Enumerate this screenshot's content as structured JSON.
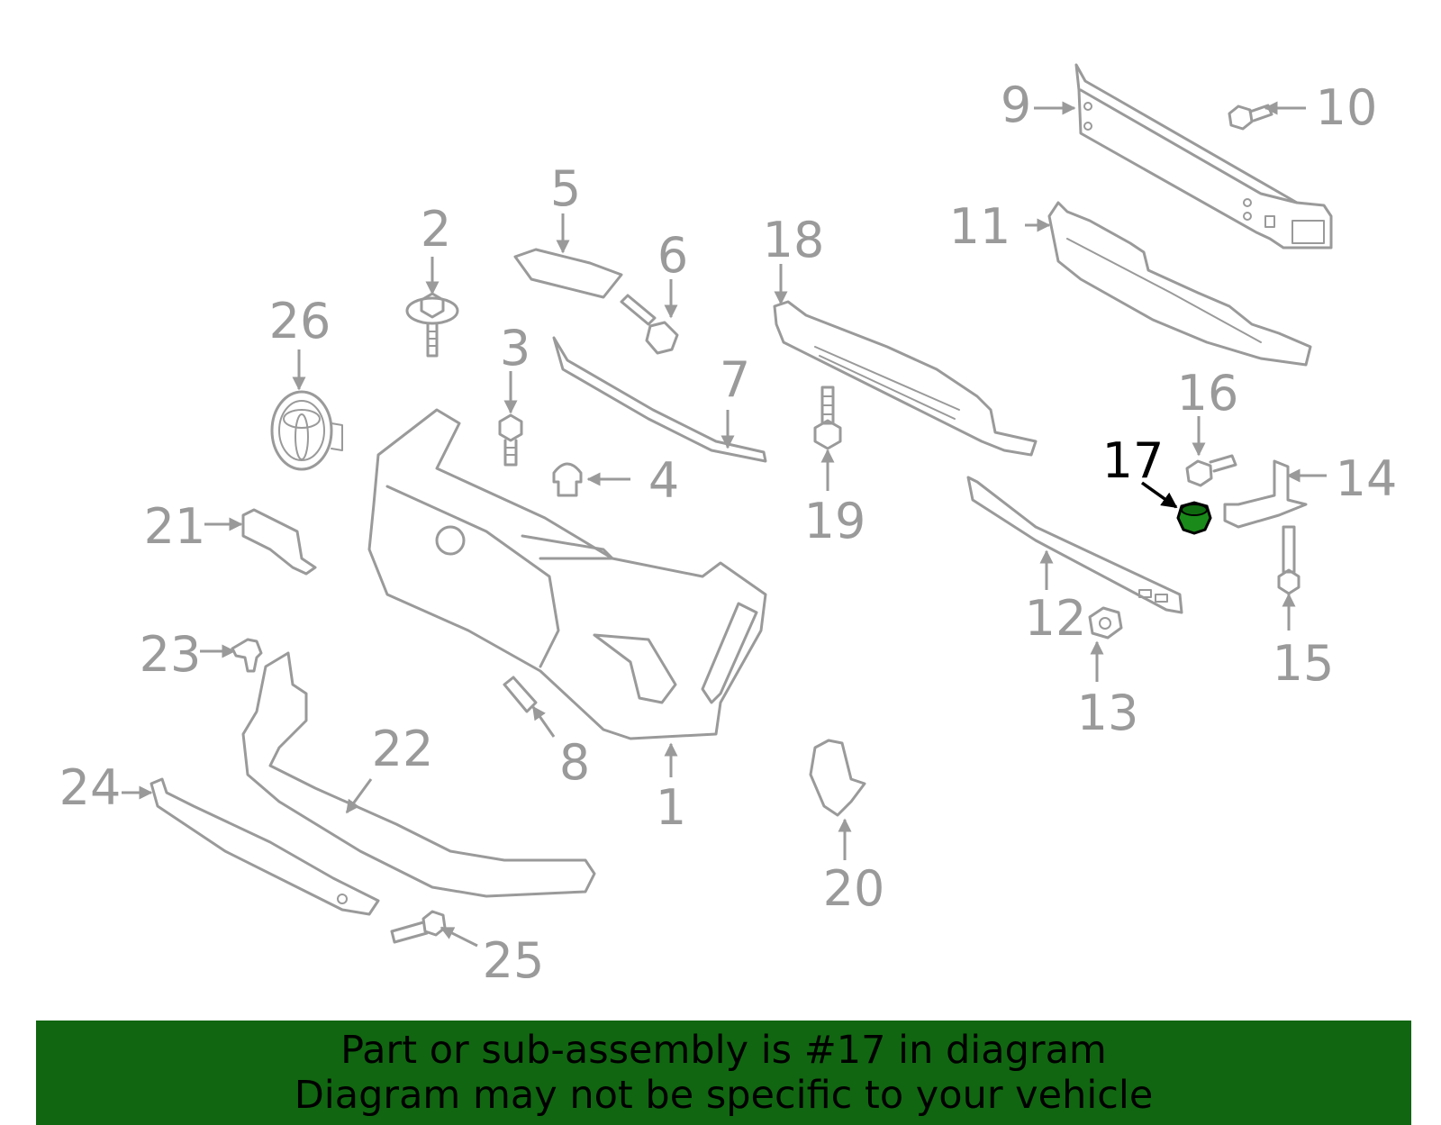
{
  "diagram": {
    "highlighted_part": "17",
    "callouts": [
      "1",
      "2",
      "3",
      "4",
      "5",
      "6",
      "7",
      "8",
      "9",
      "10",
      "11",
      "12",
      "13",
      "14",
      "15",
      "16",
      "17",
      "18",
      "19",
      "20",
      "21",
      "22",
      "23",
      "24",
      "25",
      "26"
    ]
  },
  "colors": {
    "line": "#9a9a9a",
    "highlight": "#000000",
    "highlight_fill": "#1a8a1a",
    "banner_bg": "#116611",
    "banner_text": "#000000"
  },
  "banner": {
    "line1": "Part or sub-assembly is #17 in diagram",
    "line2": "Diagram may not be specific to your vehicle"
  }
}
